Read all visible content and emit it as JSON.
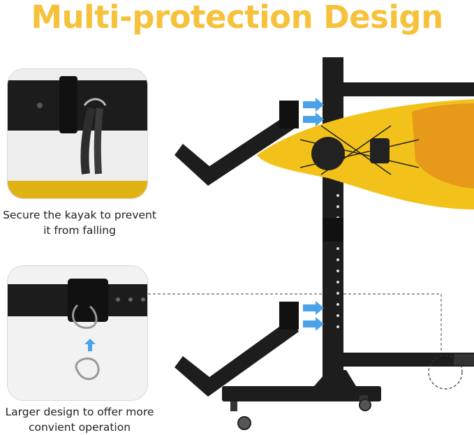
{
  "title": "Multi-protection Design",
  "captions": {
    "top": [
      "Secure the kayak to prevent",
      "it from falling"
    ],
    "bottom": [
      "Larger design to offer more",
      "convient operation"
    ]
  },
  "colors": {
    "title": "#f7c23b",
    "kayak": "#f3c21a",
    "frame": "#1d1d1d",
    "arrow": "#4aa3e8"
  }
}
